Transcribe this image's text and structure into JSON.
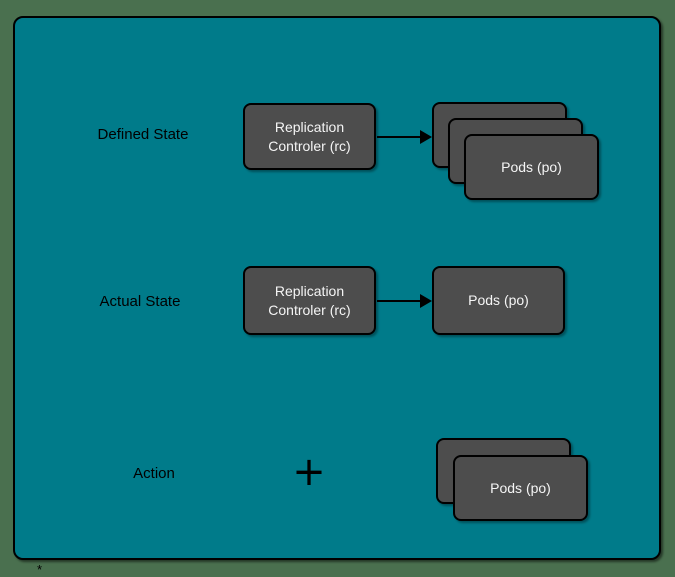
{
  "colors": {
    "outer_background": "#4a704f",
    "panel_background": "#007b8a",
    "node_fill": "#4d4d4d",
    "node_border": "#000000",
    "node_text": "#f5f5f5",
    "label_text": "#000000"
  },
  "rows": [
    {
      "label": "Defined State",
      "source": {
        "text": "Replication\nControler (rc)"
      },
      "connector": "arrow",
      "pods": {
        "text": "Pods (po)",
        "stack_count": 3
      }
    },
    {
      "label": "Actual State",
      "source": {
        "text": "Replication\nControler (rc)"
      },
      "connector": "arrow",
      "pods": {
        "text": "Pods (po)",
        "stack_count": 1
      }
    },
    {
      "label": "Action",
      "connector": "plus",
      "plus_symbol": "+",
      "pods": {
        "text": "Pods (po)",
        "stack_count": 2
      }
    }
  ],
  "footnote_mark": "*"
}
